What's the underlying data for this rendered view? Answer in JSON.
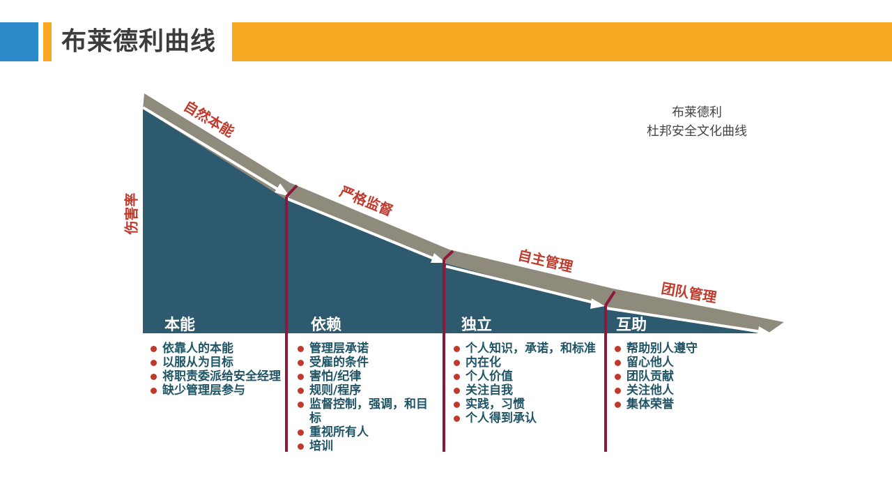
{
  "title": "布莱德利曲线",
  "subtitle_line1": "布莱德利",
  "subtitle_line2": "杜邦安全文化曲线",
  "axis_label": "伤害率",
  "colors": {
    "header_blue": "#2E8BCB",
    "header_gold": "#F7A823",
    "curve_fill": "#2D5A6E",
    "arrow_band": "#8E8A7C",
    "divider": "#8B1A3A",
    "label_red": "#C0392B",
    "list_text": "#1F5466"
  },
  "curve_labels": [
    "自然本能",
    "严格监督",
    "自主管理",
    "团队管理"
  ],
  "stages": [
    {
      "name": "本能",
      "items": [
        "依靠人的本能",
        "以服从为目标",
        "将职责委派给安全经理",
        "缺少管理层参与"
      ]
    },
    {
      "name": "依赖",
      "items": [
        "管理层承诺",
        "受雇的条件",
        "害怕/纪律",
        "规则/程序",
        "监督控制，强调，和目标",
        "重视所有人",
        "培训"
      ]
    },
    {
      "name": "独立",
      "items": [
        "个人知识，承诺，和标准",
        "内在化",
        "个人价值",
        "关注自我",
        "实践，习惯",
        "个人得到承认"
      ]
    },
    {
      "name": "互助",
      "items": [
        "帮助别人遵守",
        "留心他人",
        "团队贡献",
        "关注他人",
        "集体荣誉"
      ]
    }
  ]
}
